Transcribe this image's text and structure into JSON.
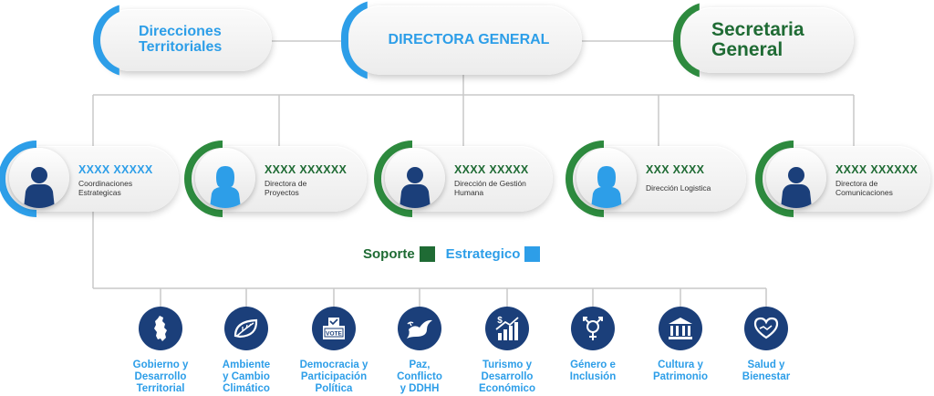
{
  "colors": {
    "blue": "#2d9ee8",
    "green": "#2d8a3e",
    "dark_green": "#1f6b34",
    "navy": "#1b3f7a",
    "connector": "#c9c9c9"
  },
  "top": {
    "territoriales": {
      "line1": "Direcciones",
      "line2": "Territoriales",
      "color": "blue"
    },
    "directora": {
      "label": "DIRECTORA GENERAL",
      "color": "blue"
    },
    "secretaria": {
      "line1": "Secretaria",
      "line2": "General",
      "color": "green"
    }
  },
  "cards": [
    {
      "name": "XXXX XXXXX",
      "role_line1": "Coordinaciones",
      "role_line2": "Estrategicas",
      "color": "blue",
      "icon": "male-person-icon"
    },
    {
      "name": "XXXX XXXXXX",
      "role_line1": "Directora de",
      "role_line2": "Proyectos",
      "color": "green",
      "icon": "female-person-icon"
    },
    {
      "name": "XXXX XXXXX",
      "role_line1": "Dirección de Gestión",
      "role_line2": "Humana",
      "color": "green",
      "icon": "male-person-icon"
    },
    {
      "name": "XXX XXXX",
      "role_line1": "Dirección Logistica",
      "role_line2": "",
      "color": "green",
      "icon": "female-person-icon"
    },
    {
      "name": "XXXX XXXXXX",
      "role_line1": "Directora de",
      "role_line2": "Comunicaciones",
      "color": "green",
      "icon": "male-person-icon"
    }
  ],
  "legend": [
    {
      "label": "Soporte",
      "color": "#1f6b34"
    },
    {
      "label": "Estrategico",
      "color": "#2d9ee8"
    }
  ],
  "topics": [
    {
      "lines": [
        "Gobierno y",
        "Desarrollo",
        "Territorial"
      ],
      "icon": "map-icon"
    },
    {
      "lines": [
        "Ambiente",
        "y Cambio",
        "Climático"
      ],
      "icon": "leaf-icon"
    },
    {
      "lines": [
        "Democracia y",
        "Participación",
        "Política"
      ],
      "icon": "ballot-box-icon"
    },
    {
      "lines": [
        "Paz,",
        "Conflicto",
        "y DDHH"
      ],
      "icon": "dove-icon"
    },
    {
      "lines": [
        "Turismo y",
        "Desarrollo",
        "Económico"
      ],
      "icon": "growth-chart-icon"
    },
    {
      "lines": [
        "Género e",
        "Inclusión"
      ],
      "icon": "gender-icon"
    },
    {
      "lines": [
        "Cultura y",
        "Patrimonio"
      ],
      "icon": "museum-icon"
    },
    {
      "lines": [
        "Salud y",
        "Bienestar"
      ],
      "icon": "heart-hands-icon"
    }
  ]
}
